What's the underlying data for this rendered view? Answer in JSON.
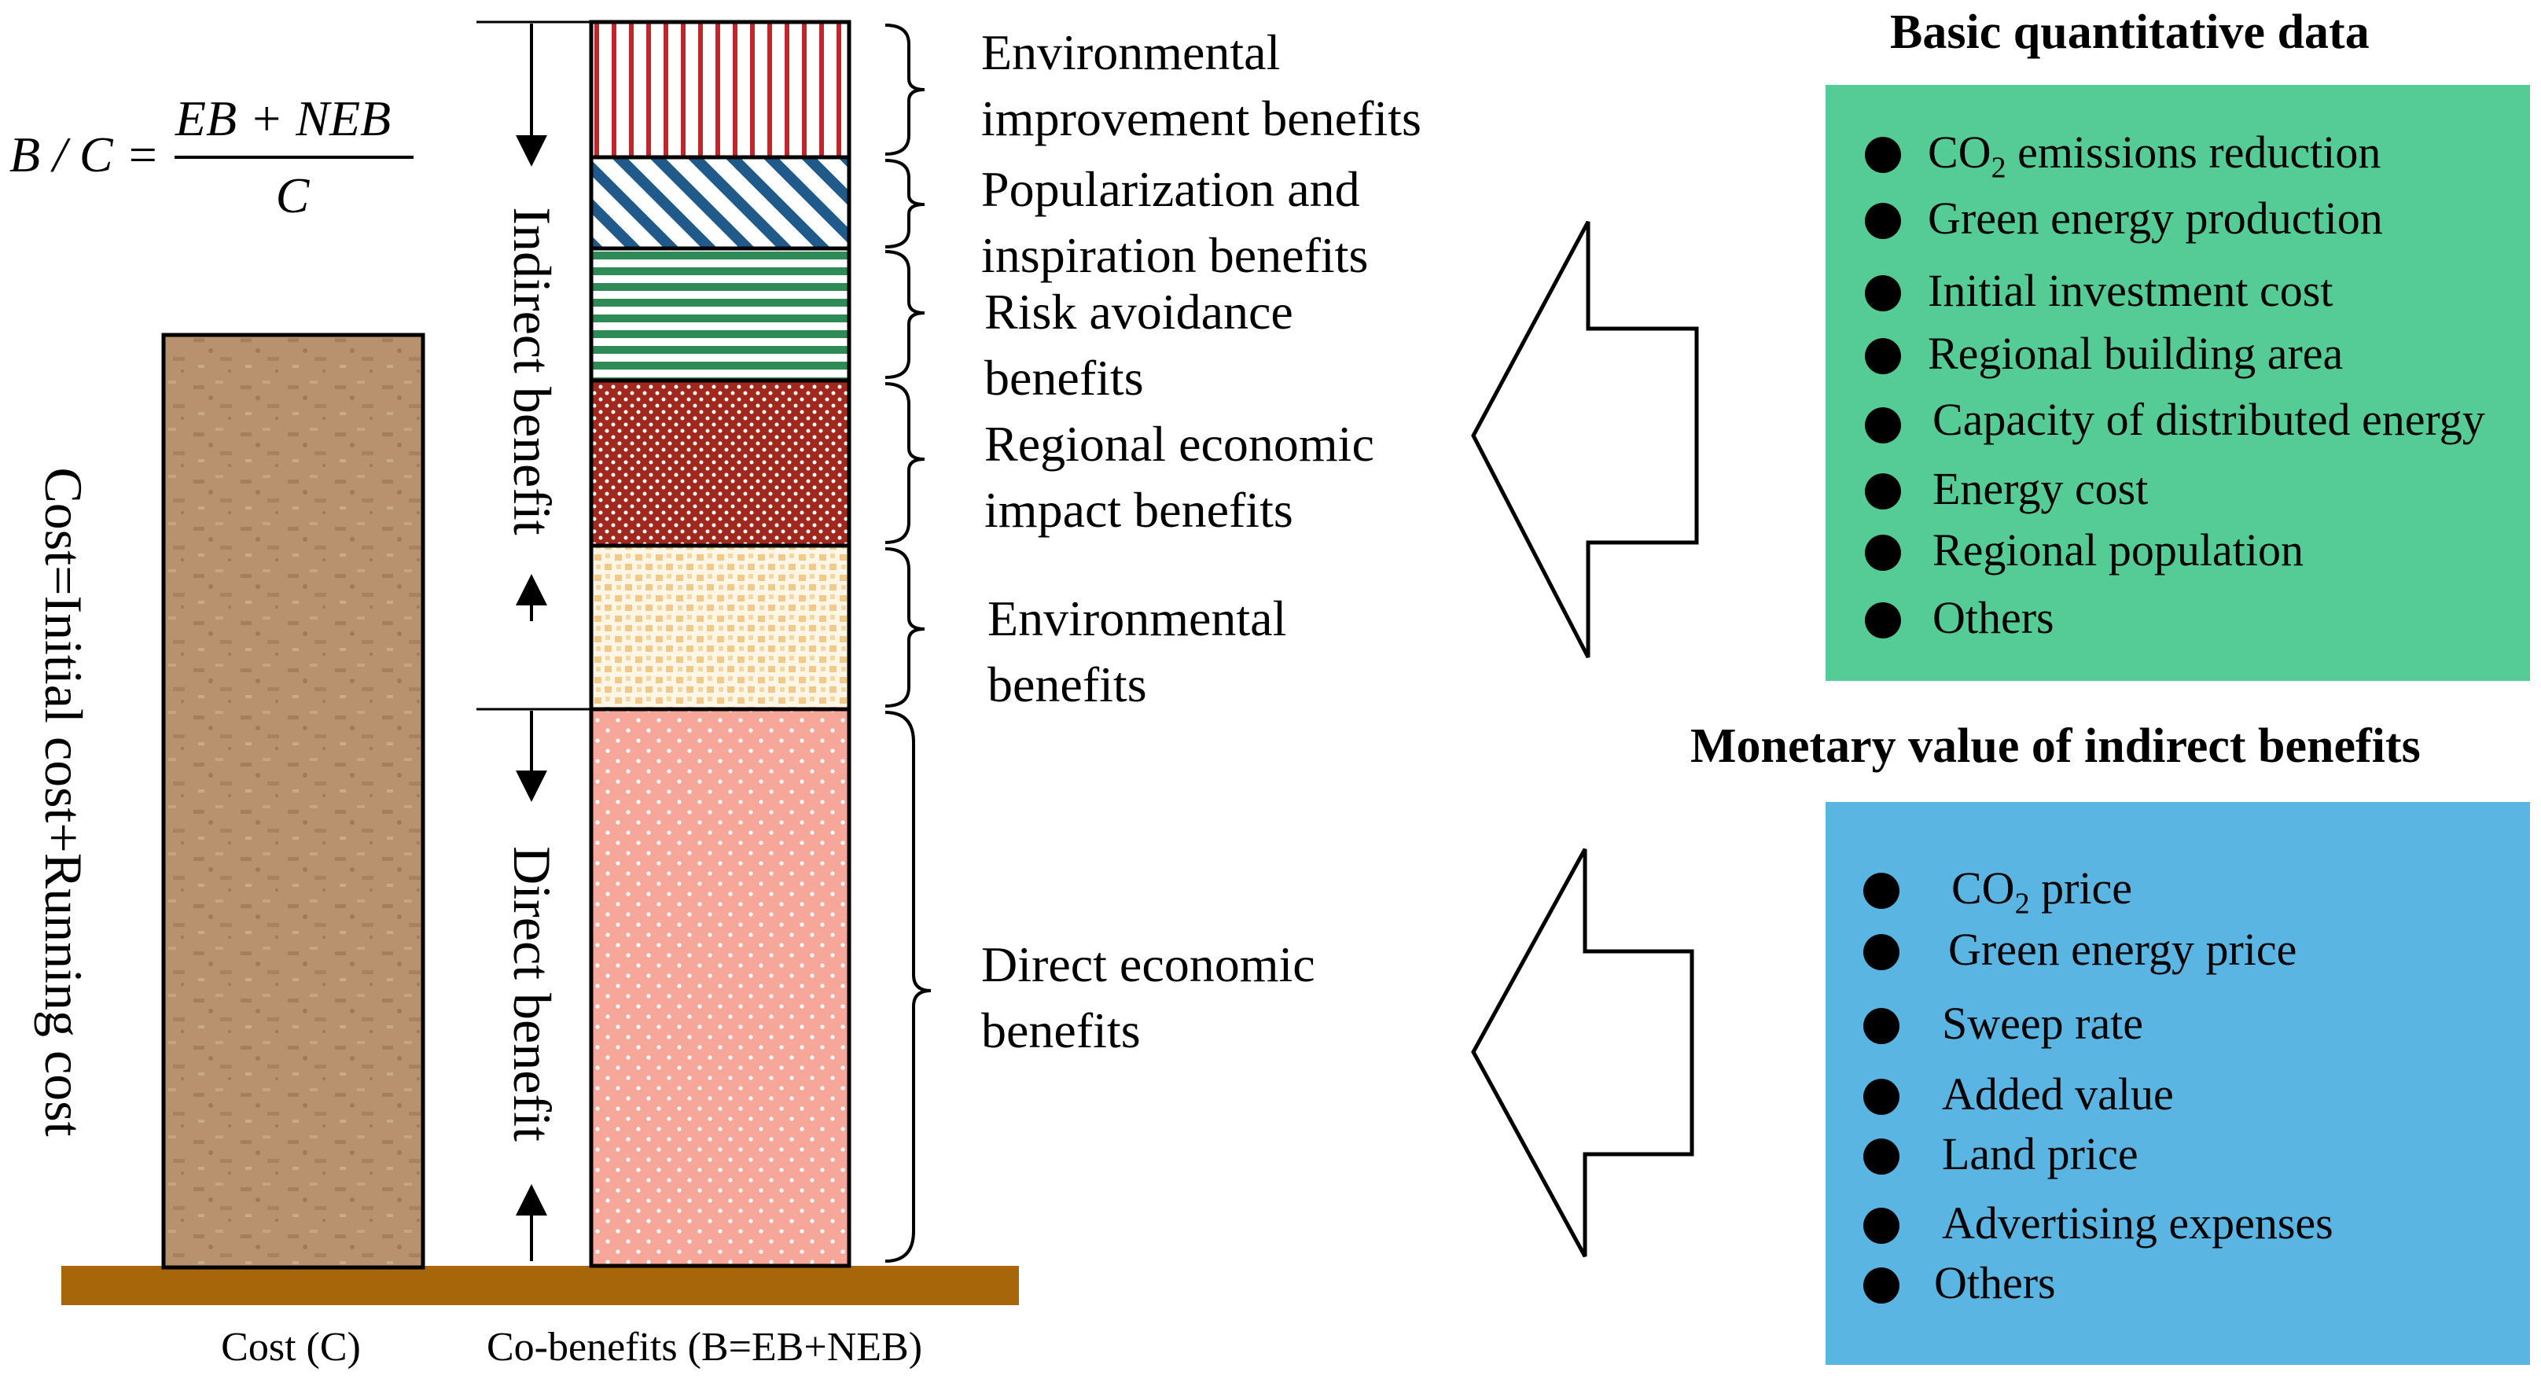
{
  "formula": {
    "lhs": "B / C =",
    "numerator": "EB + NEB",
    "denominator": "C"
  },
  "cost_column": {
    "vertical_label": "Cost=Initial cost+Running cost",
    "axis_label": "Cost (C)"
  },
  "benefit_column": {
    "axis_label": "Co-benefits (B=EB+NEB)",
    "indirect_label": "Indirect benefit",
    "direct_label": "Direct benefit",
    "segments": [
      {
        "line1": "Environmental",
        "line2": "improvement benefits",
        "color": "#c0262d",
        "pattern": "vertical-stripes"
      },
      {
        "line1": "Popularization and",
        "line2": "inspiration benefits",
        "color": "#1f5a8a",
        "pattern": "diagonal-stripes"
      },
      {
        "line1": "Risk avoidance",
        "line2": "benefits",
        "color": "#2e8b57",
        "pattern": "horizontal-stripes"
      },
      {
        "line1": "Regional economic",
        "line2": "impact benefits",
        "color": "#a0281c",
        "pattern": "dots"
      },
      {
        "line1": "Environmental",
        "line2": "benefits",
        "color": "#f3c98a",
        "pattern": "squares"
      },
      {
        "line1": "Direct economic",
        "line2": "benefits",
        "color": "#f7a79a",
        "pattern": "fine-dots"
      }
    ]
  },
  "quantitative_panel": {
    "heading": "Basic quantitative data",
    "color": "#55cc95",
    "items": [
      {
        "pre": "CO",
        "sub": "2",
        "post": " emissions reduction"
      },
      {
        "pre": "Green energy production"
      },
      {
        "pre": "Initial investment cost"
      },
      {
        "pre": "Regional building area"
      },
      {
        "pre": "Capacity of distributed energy"
      },
      {
        "pre": "Energy cost"
      },
      {
        "pre": "Regional population"
      },
      {
        "pre": "Others"
      }
    ]
  },
  "monetary_panel": {
    "heading": "Monetary value of indirect benefits",
    "color": "#5bb5e2",
    "items": [
      {
        "pre": "CO",
        "sub": "2",
        "post": " price"
      },
      {
        "pre": "Green energy price"
      },
      {
        "pre": "Sweep rate"
      },
      {
        "pre": "Added value"
      },
      {
        "pre": "Land price"
      },
      {
        "pre": "Advertising expenses"
      },
      {
        "pre": "Others"
      }
    ]
  },
  "colors": {
    "ground": "#a8660a",
    "cost_fill": "#b8926e"
  }
}
